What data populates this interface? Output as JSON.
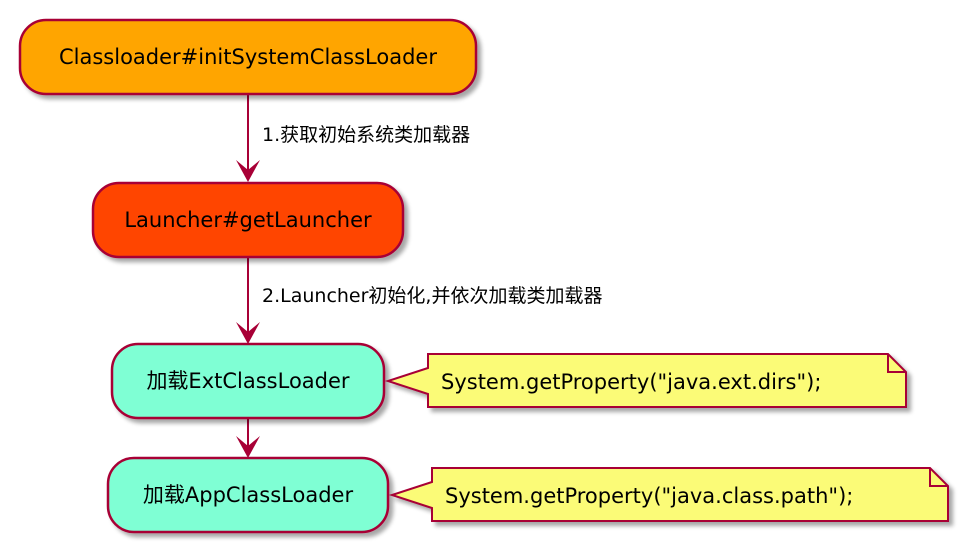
{
  "diagram": {
    "nodes": [
      {
        "id": "n1",
        "label": "Classloader#initSystemClassLoader",
        "color": "#FFA500"
      },
      {
        "id": "n2",
        "label": "Launcher#getLauncher",
        "color": "#FF4500"
      },
      {
        "id": "n3",
        "label": "加载ExtClassLoader",
        "color": "#7FFFD4"
      },
      {
        "id": "n4",
        "label": "加载AppClassLoader",
        "color": "#7FFFD4"
      }
    ],
    "edges": [
      {
        "from": "n1",
        "to": "n2",
        "label": "1.获取初始系统类加载器"
      },
      {
        "from": "n2",
        "to": "n3",
        "label": "2.Launcher初始化,并依次加载类加载器"
      },
      {
        "from": "n3",
        "to": "n4",
        "label": ""
      }
    ],
    "notes": [
      {
        "attached_to": "n3",
        "text": "System.getProperty(\"java.ext.dirs\");",
        "color": "#FBFB77"
      },
      {
        "attached_to": "n4",
        "text": "System.getProperty(\"java.class.path\");",
        "color": "#FBFB77"
      }
    ],
    "colors": {
      "border": "#A80036",
      "arrow": "#A80036",
      "note_border": "#A80036"
    }
  }
}
